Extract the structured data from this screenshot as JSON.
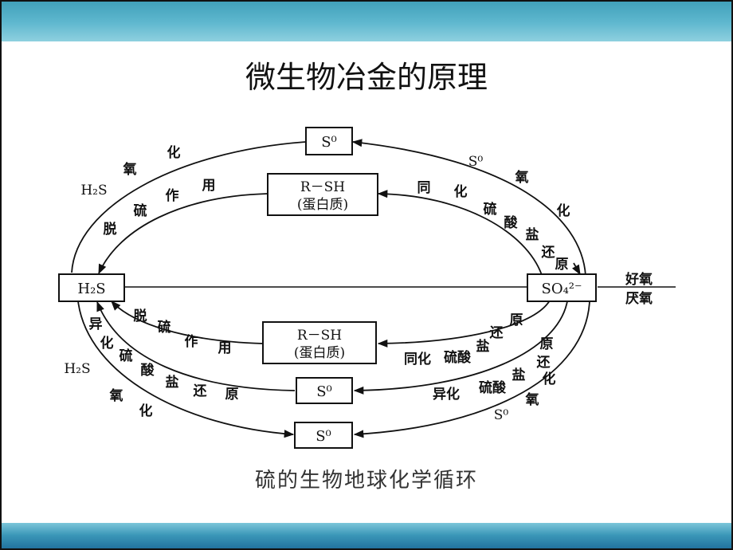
{
  "slide": {
    "title": "微生物冶金的原理"
  },
  "diagram": {
    "caption": "硫的生物地球化学循环",
    "nodes": {
      "h2s_box": "H₂S",
      "so4_box": "SO₄²⁻",
      "s0_top": "S⁰",
      "s0_mid": "S⁰",
      "s0_bottom": "S⁰",
      "rsh_upper": "R－SH",
      "rsh_upper_sub": "(蛋白质)",
      "rsh_lower": "R－SH",
      "rsh_lower_sub": "(蛋白质)"
    },
    "labels": {
      "aerobic": "好氧",
      "anaerobic": "厌氧",
      "h2s_upper": "H₂S",
      "h2s_lower": "H₂S",
      "s0_upper_right": "S⁰",
      "s0_lower_right": "S⁰",
      "upper_left_outer": [
        "氧",
        "化"
      ],
      "upper_left_inner": [
        "脱",
        "硫",
        "作",
        "用"
      ],
      "upper_right_outer": [
        "氧",
        "化"
      ],
      "upper_right_inner": [
        "同",
        "化",
        "硫",
        "酸",
        "盐",
        "还",
        "原"
      ],
      "lower_left_inner": [
        "脱",
        "硫",
        "作",
        "用"
      ],
      "lower_left_middle": [
        "异",
        "化",
        "硫",
        "酸",
        "盐",
        "还",
        "原"
      ],
      "lower_left_outer": [
        "氧",
        "化"
      ],
      "lower_right_inner": [
        "原",
        "还",
        "盐",
        "硫酸",
        "同化"
      ],
      "lower_right_middle": [
        "原",
        "还",
        "盐",
        "硫酸",
        "异化"
      ],
      "lower_right_outer": [
        "化",
        "氧"
      ]
    }
  }
}
